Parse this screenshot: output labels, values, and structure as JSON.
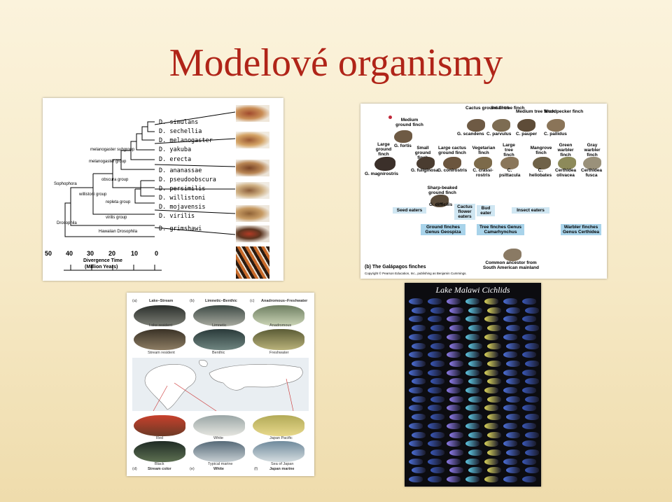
{
  "title": "Modelové organismy",
  "drosophila": {
    "species": [
      "D. simulans",
      "D. sechellia",
      "D. melanogaster",
      "D. yakuba",
      "D. erecta",
      "D. ananassae",
      "D. pseudoobscura",
      "D. persimilis",
      "D. willistoni",
      "D. mojavensis",
      "D. virilis",
      "D. grimshawi"
    ],
    "groups": {
      "melanogaster_subgroup": "melanogaster subgroup",
      "melanogaster_group": "melanogaster group",
      "obscura_group": "obscura group",
      "sophophora": "Sophophora",
      "willistoni_group": "willistoni group",
      "repleta_group": "repleta group",
      "virilis_group": "virilis group",
      "drosophila": "Drosophila",
      "hawaiian": "Hawaiian Drosophila"
    },
    "axis_ticks": [
      "50",
      "40",
      "30",
      "20",
      "10",
      "0"
    ],
    "axis_label_1": "Divergence Time",
    "axis_label_2": "(Million Years)"
  },
  "galapagos": {
    "top_birds": [
      "Cactus ground finch",
      "Small tree finch",
      "Medium tree finch",
      "Woodpecker finch"
    ],
    "top_species": [
      "G. scandens",
      "C. parvulus",
      "C. pauper",
      "C. pallidus"
    ],
    "left_birds": [
      "Medium ground finch",
      "Large ground finch",
      "G. fortis",
      "Small ground finch",
      "Large cactus ground finch",
      "Vegetarian finch",
      "Large tree finch",
      "Mangrove finch",
      "Green warbler finch",
      "Gray warbler finch"
    ],
    "mid_species": [
      "G. magnirostris",
      "G. fuliginosa",
      "G. conirostris",
      "C. crassi-rostris",
      "C. psittacula",
      "C. heliobates",
      "Certhidea olivacea",
      "Certhidea fusca"
    ],
    "sharp": "Sharp-beaked ground finch",
    "difficilis": "G. difficilis",
    "boxes": [
      "Seed eaters",
      "Cactus flower eaters",
      "Bud eater",
      "Insect eaters"
    ],
    "genus": [
      "Ground finches Genus Geospiza",
      "Tree finches Genus Camarhynchus",
      "Warbler finches Genus Certhidea"
    ],
    "ancestor": "Common ancestor from South American mainland",
    "caption": "(b) The Galápagos finches",
    "copyright": "Copyright © Pearson Education, Inc., publishing as Benjamin Cummings."
  },
  "stickleback": {
    "headers": [
      "(a)",
      "Lake–Stream",
      "(b)",
      "Limnetic–Benthic",
      "(c)",
      "Anadromous–Freshwater"
    ],
    "row1": [
      "Lake resident",
      "Limnetic",
      "Anadromous"
    ],
    "row2": [
      "Stream resident",
      "Benthic",
      "Freshwater"
    ],
    "row3": [
      "Red",
      "White",
      "Japan Pacific"
    ],
    "row4a": [
      "Black",
      "Typical marine",
      "Sea of Japan"
    ],
    "row4b": [
      "(d)",
      "Stream color",
      "(e)",
      "White",
      "(f)",
      "Japan marine"
    ]
  },
  "malawi": {
    "title": "Lake Malawi Cichlids"
  }
}
